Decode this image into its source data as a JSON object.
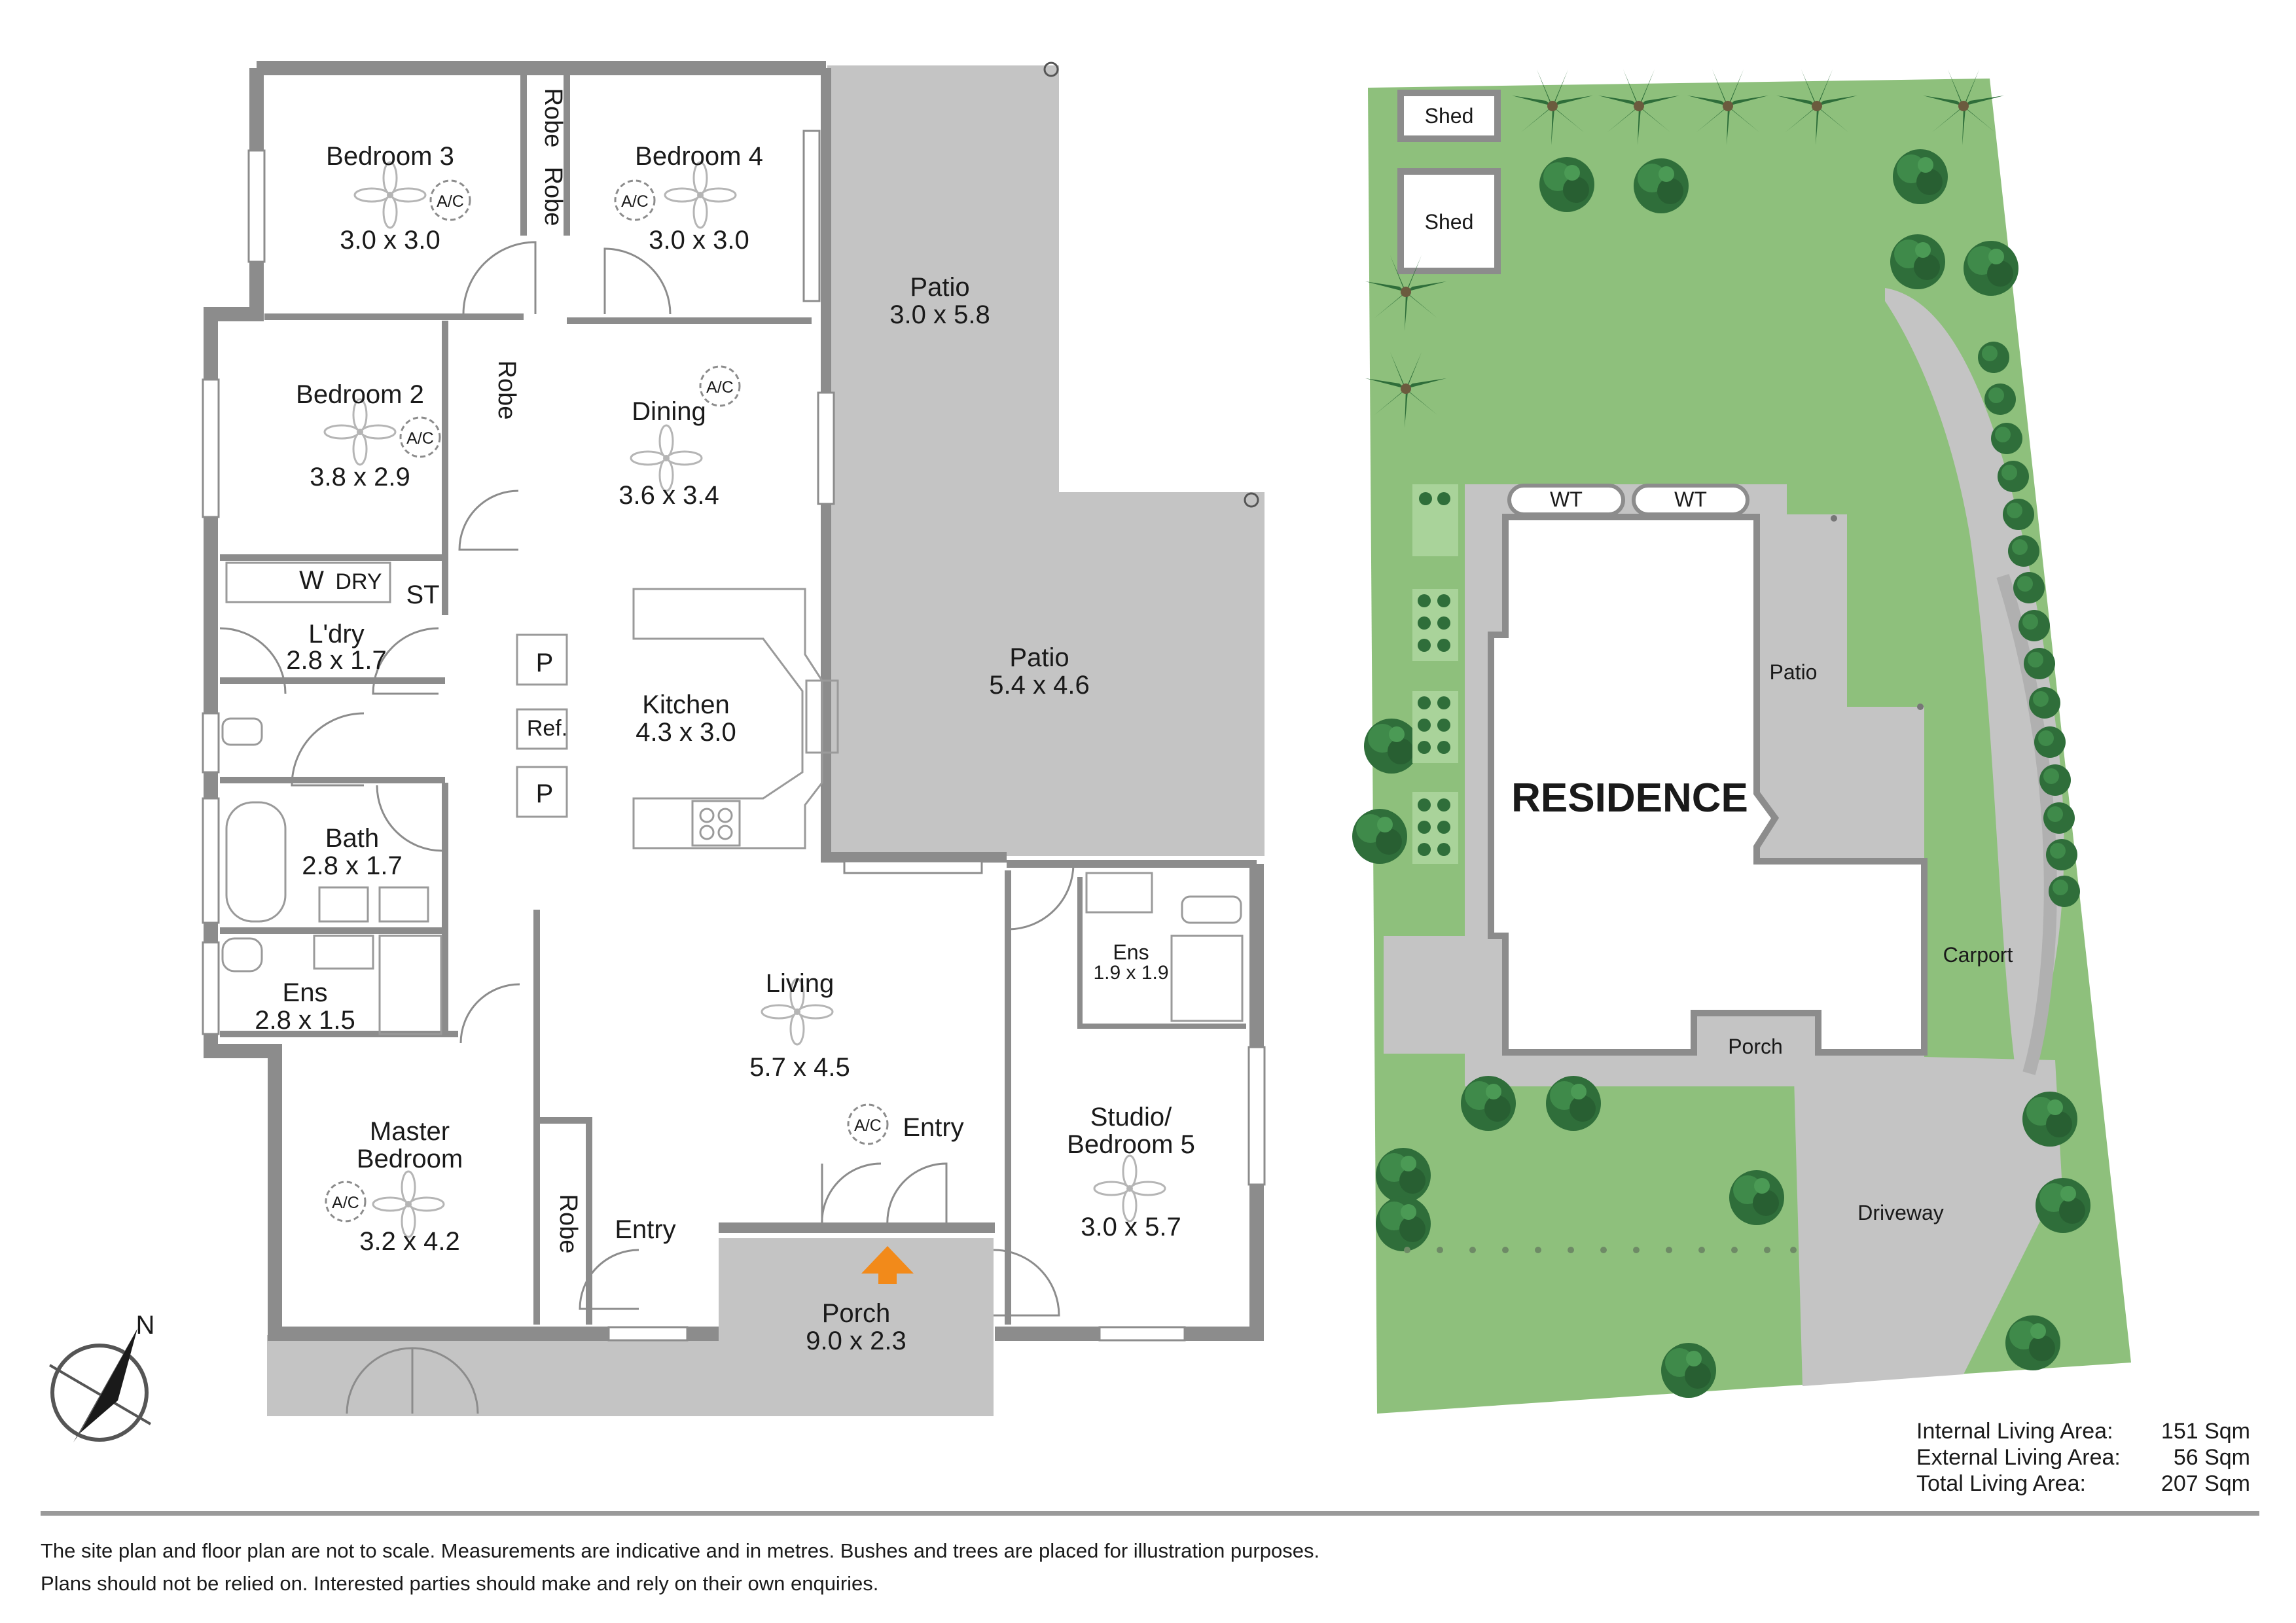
{
  "floor_plan": {
    "rooms": [
      {
        "id": "bedroom-3",
        "name": "Bedroom 3",
        "dims": "3.0 x 3.0"
      },
      {
        "id": "bedroom-4",
        "name": "Bedroom 4",
        "dims": "3.0 x 3.0"
      },
      {
        "id": "bedroom-2",
        "name": "Bedroom 2",
        "dims": "3.8 x 2.9"
      },
      {
        "id": "dining",
        "name": "Dining",
        "dims": "3.6 x 3.4"
      },
      {
        "id": "patio-upper",
        "name": "Patio",
        "dims": "3.0 x 5.8"
      },
      {
        "id": "patio-lower",
        "name": "Patio",
        "dims": "5.4 x 4.6"
      },
      {
        "id": "laundry",
        "name": "L'dry",
        "dims": "2.8 x 1.7"
      },
      {
        "id": "kitchen",
        "name": "Kitchen",
        "dims": "4.3 x 3.0"
      },
      {
        "id": "bath",
        "name": "Bath",
        "dims": "2.8 x 1.7"
      },
      {
        "id": "ensuite-main",
        "name": "Ens",
        "dims": "2.8 x 1.5"
      },
      {
        "id": "living",
        "name": "Living",
        "dims": "5.7 x 4.5"
      },
      {
        "id": "ensuite-studio",
        "name": "Ens",
        "dims": "1.9 x 1.9"
      },
      {
        "id": "master-bedroom",
        "name": "Master\nBedroom",
        "dims": "3.2 x 4.2"
      },
      {
        "id": "studio",
        "name": "Studio/\nBedroom 5",
        "dims": "3.0 x 5.7"
      },
      {
        "id": "porch",
        "name": "Porch",
        "dims": "9.0 x 2.3"
      }
    ],
    "fixtures": {
      "robe": "Robe",
      "washer": "W",
      "dryer": "DRY",
      "storage": "ST",
      "pantry": "P",
      "fridge": "Ref.",
      "aircon": "A/C",
      "entry": "Entry"
    },
    "compass_label": "N"
  },
  "site_plan": {
    "shed": "Shed",
    "water_tank": "WT",
    "residence": "RESIDENCE",
    "patio": "Patio",
    "carport": "Carport",
    "porch": "Porch",
    "driveway": "Driveway"
  },
  "areas": [
    {
      "label": "Internal Living Area:",
      "value": "151 Sqm"
    },
    {
      "label": "External Living Area:",
      "value": "56 Sqm"
    },
    {
      "label": "Total Living Area:",
      "value": "207 Sqm"
    }
  ],
  "disclaimer": [
    "The site plan and floor plan are not to scale. Measurements are indicative and in metres. Bushes and trees are placed for illustration purposes.",
    "Plans should not be relied on. Interested parties should make and rely on their own enquiries."
  ],
  "colors": {
    "wall": "#8c8c8c",
    "outdoor": "#c4c4c4",
    "lawn": "#8ec07c",
    "tree": "#2f6e3a",
    "arrow": "#f28a1a"
  }
}
